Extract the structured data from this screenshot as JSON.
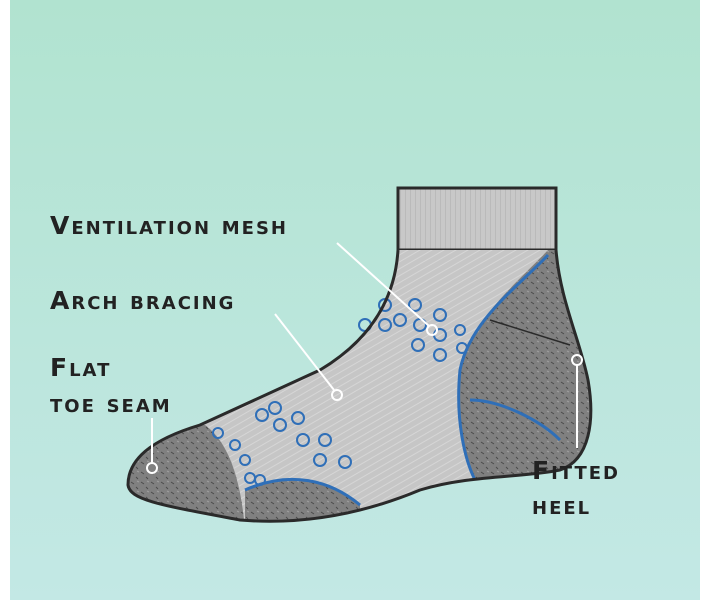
{
  "labels": {
    "ventilation": "Ventilation mesh",
    "arch": "Arch bracing",
    "toe_line1": "Flat",
    "toe_line2": "toe seam",
    "heel_line1": "Fitted",
    "heel_line2": "heel"
  },
  "colors": {
    "background_top": "#b1e3d0",
    "background_bottom": "#c3e8e5",
    "sock_light": "#c4c4c4",
    "sock_dark": "#7a7a7a",
    "accent_blue": "#2f6fb8",
    "outline": "#2a2a2a"
  }
}
